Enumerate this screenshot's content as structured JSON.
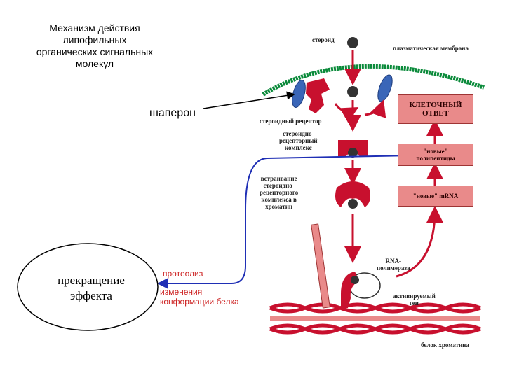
{
  "title": [
    "Механизм действия",
    "липофильных",
    "органических сигнальных",
    "молекул"
  ],
  "labels": {
    "steroid": "стероид",
    "membrane": "плазматическая мембрана",
    "receptor": "стероидный рецептор",
    "complex": [
      "стероидно-",
      "рецепторный",
      "комплекс"
    ],
    "insertion": [
      "встраивание",
      "стероидно-",
      "рецепторного",
      "комплекса в",
      "хроматин"
    ],
    "rna_pol": [
      "RNA-",
      "полимераза"
    ],
    "active_gene": [
      "активируемый",
      "ген"
    ],
    "chromatin_protein": "белок хроматина"
  },
  "boxes": {
    "response": [
      "КЛЕТОЧНЫЙ",
      "ОТВЕТ"
    ],
    "polypeptides": [
      "\"новые\"",
      "полипептиды"
    ],
    "mrna": "\"новые\" mRNA"
  },
  "chaperone": "шаперон",
  "termination": [
    "прекращение",
    "эффекта"
  ],
  "proteolysis": "протеолиз",
  "conformation": [
    "изменения",
    "конформации белка"
  ],
  "colors": {
    "membrane": "#0a8a3a",
    "protein": "#c8102e",
    "box": "#e98a8a",
    "arrow": "#1f2fb5"
  }
}
